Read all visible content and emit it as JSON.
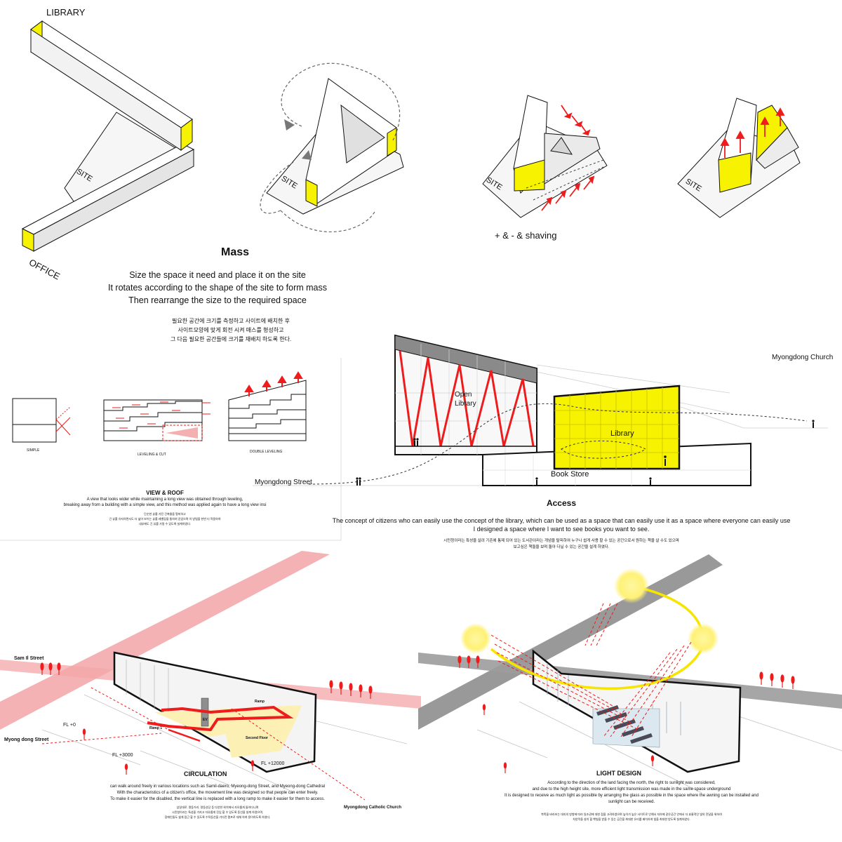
{
  "colors": {
    "yellow": "#f7f300",
    "red": "#ee1c1c",
    "pink": "#f3a5a8",
    "gray": "#9a9a9a",
    "light_gray": "#e9e9e9"
  },
  "mass": {
    "label_library": "LIBRARY",
    "label_office": "OFFICE",
    "label_site": "SITE",
    "shaving_label": "+ & - & shaving",
    "title": "Mass",
    "en_lines": [
      "Size the space it need and place it on the site",
      "It rotates according to the shape of the site to form mass",
      "Then rearrange the size to the required space"
    ],
    "ko_lines": [
      "필요한 공간에 크기를 측정하고 사이트에 배치한 후",
      "사이트모양에 맞게 회전 시켜 매스를 형성하고",
      "그 다음 필요한 공간들에 크기를 재배치 하도록 한다."
    ]
  },
  "view_roof": {
    "labels": [
      "SIMPLE",
      "LEVELING & CUT",
      "DOUBLE LEVELING"
    ],
    "title": "VIEW & ROOF",
    "en_lines": [
      "A view that looks wider while maintaining a long view was obtained through leveling,",
      "breaking away from a building with a simple view, and this method was applied again to have a long view insi"
    ],
    "ko_lines": [
      "단순한 뷰를 가진 건축물을 탈피하고",
      "긴 뷰를 유지하면서도 더 넓어 보이는 뷰를 레벨링을 통하여 얻었으며 이 방법을 한번 더 적용하여",
      "내부에도 긴 뷰를 가질 수 있도록 설계하였다."
    ]
  },
  "access": {
    "church_label": "Myongdong Church",
    "street_label": "Myongdong Street",
    "open_library": [
      "Open",
      "Library"
    ],
    "library_label": "Library",
    "bookstore_label": "Book Store",
    "title": "Access",
    "en_lines": [
      "The concept of citizens who can easily use the concept of the library, which can be used as a space that can easily use it as a space where everyone can easily use",
      "I designed a space where I want to see books you want to see."
    ],
    "ko_lines": [
      "시민청이라는 특성을 살려 기존에 통제 되어 있는 도서관이라는 개념을 탈피하여 누구나 쉽게 사용 할 수 있는 공간으로서 원하는 책을 살 수도 있으며",
      "보고싶은 책들을 보며 돌아 다닐 수 있는 공간을 설계 하였다."
    ]
  },
  "circulation": {
    "sam_il": "Sam Il Street",
    "myong_dong": "Myong dong Street",
    "fl0": "FL +0",
    "fl3000": "FL +3000",
    "fl12000": "FL +12000",
    "ramp": "Ramp",
    "ramp1": "Ramp 1",
    "ev": "EV",
    "second_floor": "Second Floor",
    "title": "CIRCULATION",
    "catholic": "Myongdong Catholic Church",
    "en_lines": [
      "can walk around freely in various locations such as Samil-daero, Myeong-dong Street, and Myeong-dong Cathedral",
      "With the characteristics of a citizen's office, the movement line was designed so that people can enter freely.",
      "To make it easier for the disabled, the vertical line is replaced with a long ramp to make it easier for them to access."
    ],
    "ko_lines": [
      "삼일대로, 명동거리, 명동성당 등 다양한 위치에서 자유롭게 돌아다니며",
      "시민청이라는 특성을 가지고 자유롭게 진입 할 수 있도록 동선을 설계 하였으며,",
      "장애인들도 쉽게 접근 할 수 있도록 수직동선을 기다란 램프로 대체 하여 용이하도록 하였다."
    ]
  },
  "light": {
    "title": "LIGHT DESIGN",
    "en_lines": [
      "According to the direction of the land facing the north, the right to sunlight was considered,",
      "and due to the high height site, more efficient light transmission was made in the same space underground",
      "It is designed to receive as much light as possible by arranging the glass as possible in the space where the awning can be installed and",
      "sunlight can be received."
    ],
    "ko_lines": [
      "북쪽을 바라보는 대지의 방향에 따라 일조권에 대한 점을 고려하였으며 높이가 높은 사이트로 인해서 지하에 같은공간 안에서 더 효율적인 빛의 전달을 위하여",
      "차양막을 설치 할 햇빛을 받을 수 있는 공간을 최대한 유리를 배치하여 빛을 최대한 받도록 설계하였다."
    ]
  }
}
